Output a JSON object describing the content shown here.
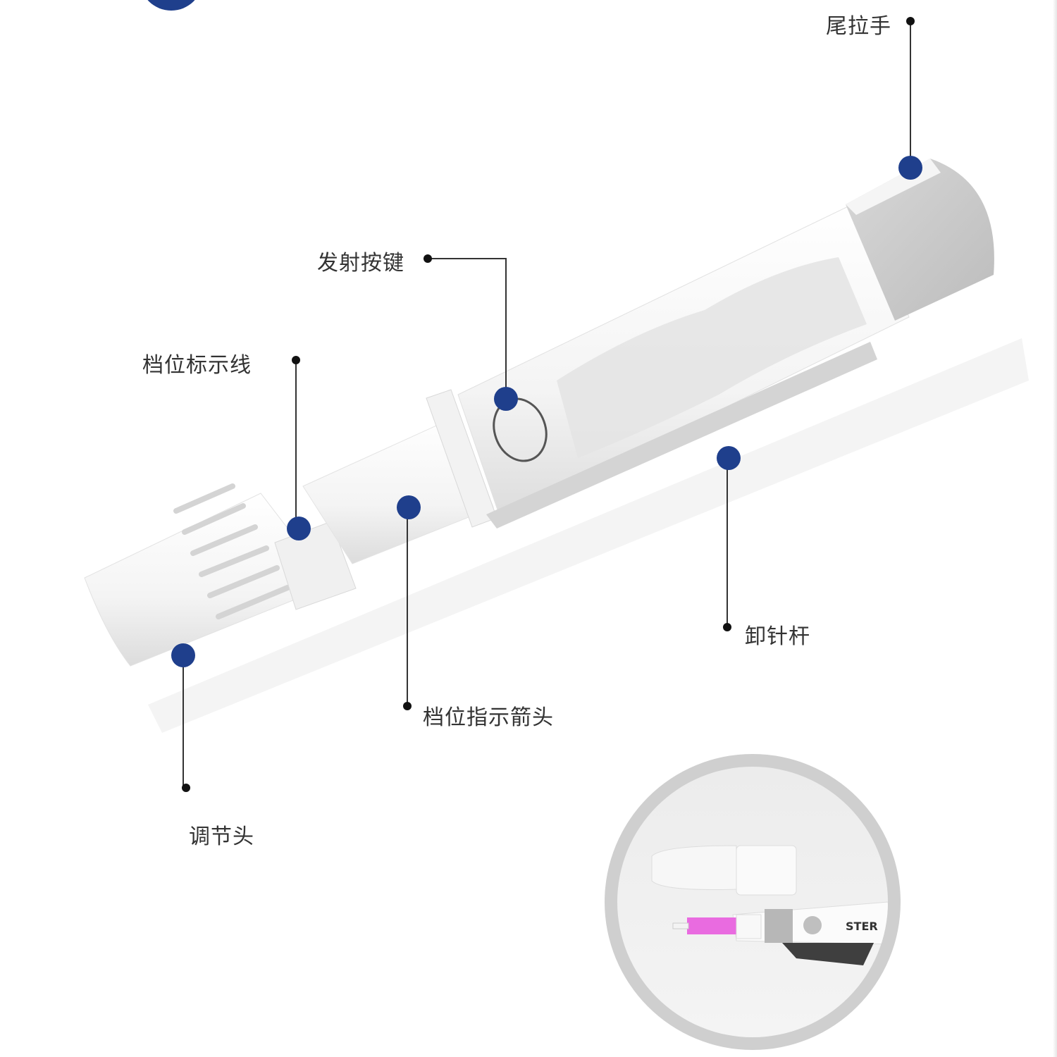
{
  "callouts": {
    "tail_pull": "尾拉手",
    "fire_button": "发射按键",
    "gear_line": "档位标示线",
    "needle_release": "卸针杆",
    "gear_arrow": "档位指示箭头",
    "adjust_head": "调节头"
  },
  "inset": {
    "printed_brand": "STER"
  },
  "colors": {
    "marker": "#1f3f8c",
    "leader": "#333333",
    "body": "#f7f7f7",
    "grip": "#d9d9d9",
    "inset_ring": "#c9c9c9",
    "inset_bg": "#e9e9e9",
    "lancet_tip": "#e96be0"
  }
}
